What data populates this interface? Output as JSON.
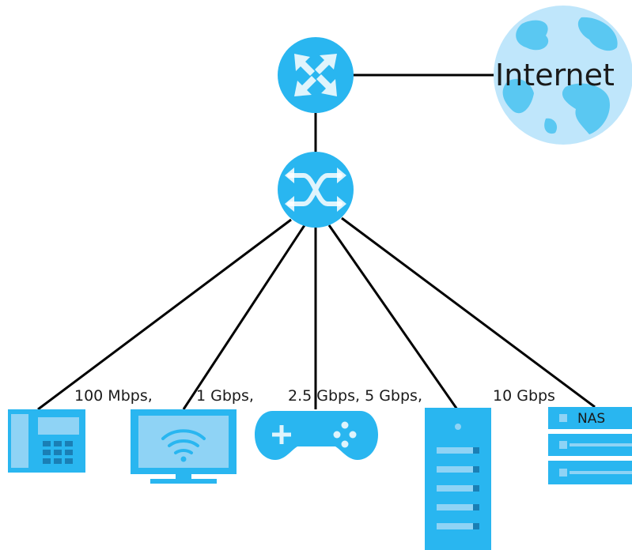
{
  "internet": {
    "label": "Internet"
  },
  "links": {
    "phone_speed": "100 Mbps,",
    "tv_speed": "1 Gbps,",
    "console_speed": "2.5 Gbps, 5 Gbps,",
    "server_speed": "10 Gbps"
  },
  "nas": {
    "label": "NAS"
  },
  "colors": {
    "device_blue": "#29b6f0",
    "device_light": "#8fd3f5",
    "globe_blue": "#bfe6fb",
    "globe_land": "#5ac8f2",
    "line": "#000000"
  }
}
